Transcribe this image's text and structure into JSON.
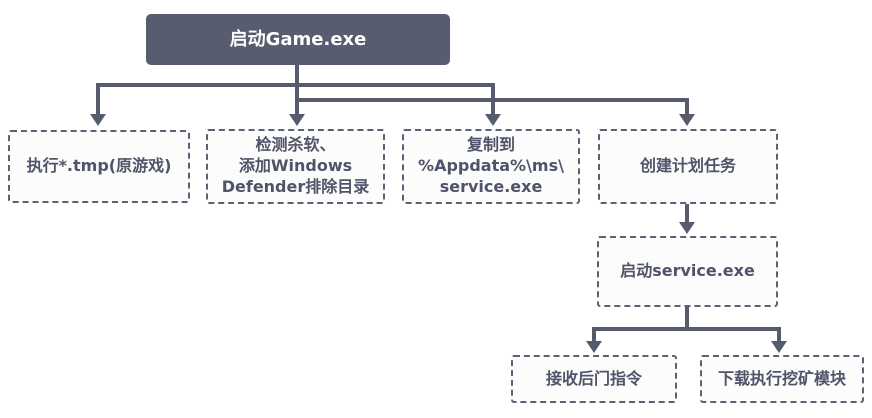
{
  "diagram": {
    "type": "flowchart",
    "nodes": {
      "root": {
        "label": "启动Game.exe",
        "style": "solid-dark"
      },
      "exec_tmp": {
        "label": "执行*.tmp(原游戏)",
        "style": "dashed"
      },
      "detect_av": {
        "label": "检测杀软、\n添加Windows\nDefender排除目录",
        "style": "dashed"
      },
      "copy_appdata": {
        "label": "复制到\n%Appdata%\\ms\\\nservice.exe",
        "style": "dashed"
      },
      "create_task": {
        "label": "创建计划任务",
        "style": "dashed"
      },
      "launch_service": {
        "label": "启动service.exe",
        "style": "dashed"
      },
      "backdoor": {
        "label": "接收后门指令",
        "style": "dashed"
      },
      "miner": {
        "label": "下载执行挖矿模块",
        "style": "dashed"
      }
    },
    "edges": [
      {
        "from": "root",
        "to": "exec_tmp"
      },
      {
        "from": "root",
        "to": "detect_av"
      },
      {
        "from": "root",
        "to": "copy_appdata"
      },
      {
        "from": "root",
        "to": "create_task"
      },
      {
        "from": "create_task",
        "to": "launch_service"
      },
      {
        "from": "launch_service",
        "to": "backdoor"
      },
      {
        "from": "launch_service",
        "to": "miner"
      }
    ],
    "colors": {
      "node_dark_fill": "#575c6e",
      "node_dark_text": "#ffffff",
      "dashed_border": "#5c6175",
      "dashed_fill": "#fcfcfd",
      "text": "#4f5468",
      "connector": "#565b6e",
      "background": "#ffffff"
    }
  }
}
